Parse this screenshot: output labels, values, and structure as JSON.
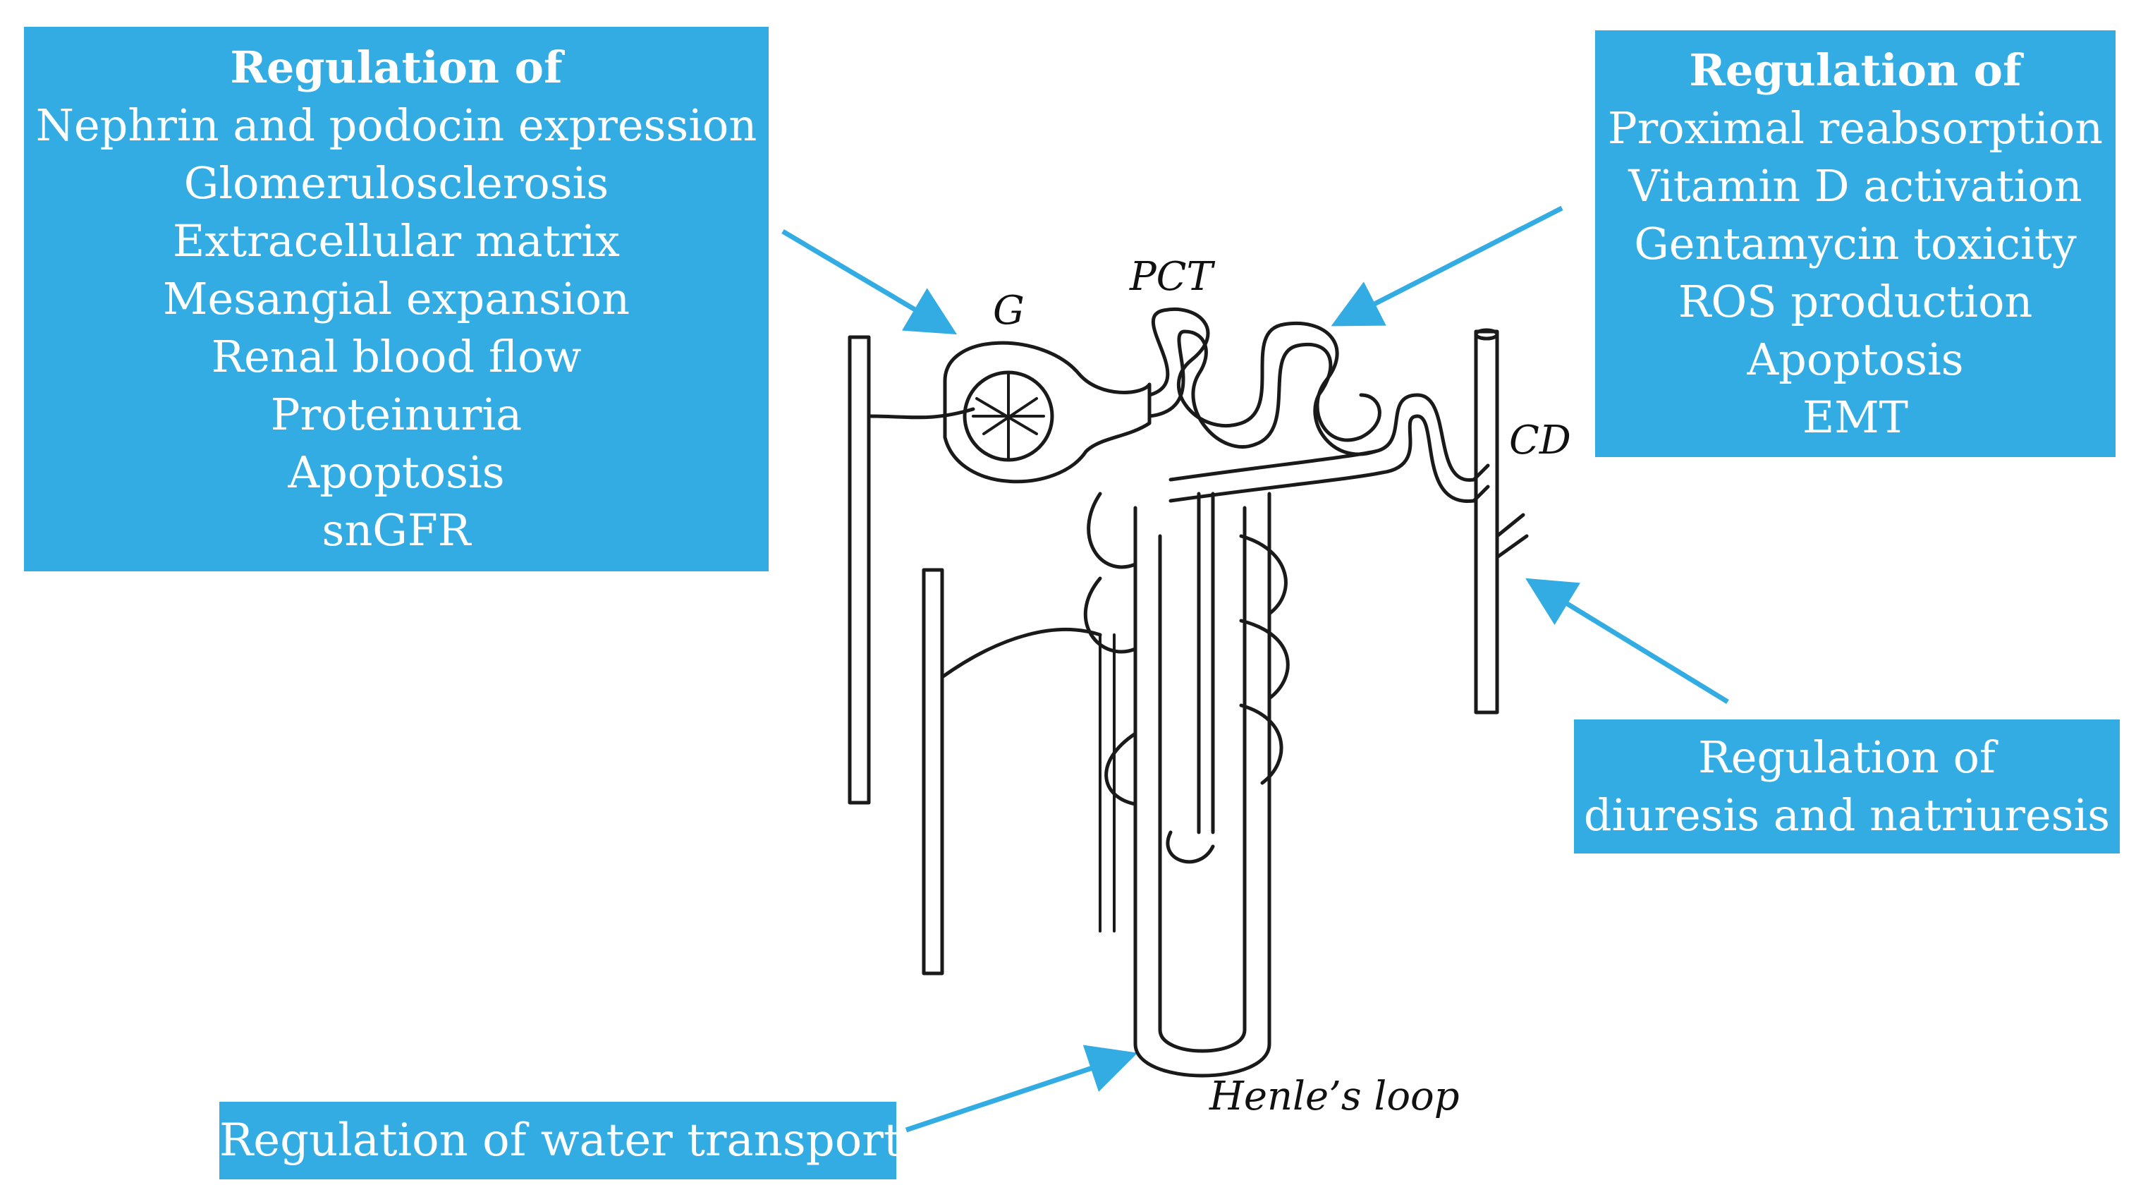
{
  "colors": {
    "box_fill": "#32ace2",
    "box_text": "#ffffff",
    "arrow": "#32ace2",
    "line_art": "#1a1a1a"
  },
  "boxes": {
    "glomerulus": {
      "heading": "Regulation of",
      "lines": [
        "Nephrin and podocin expression",
        "Glomerulosclerosis",
        "Extracellular matrix",
        "Mesangial expansion",
        "Renal blood flow",
        "Proteinuria",
        "Apoptosis",
        "snGFR"
      ]
    },
    "pct": {
      "heading": "Regulation of",
      "lines": [
        "Proximal reabsorption",
        "Vitamin D activation",
        "Gentamycin toxicity",
        "ROS production",
        "Apoptosis",
        "EMT"
      ]
    },
    "collecting_duct": {
      "lines": [
        "Regulation of",
        "diuresis and natriuresis"
      ]
    },
    "henle_loop": {
      "lines": [
        "Regulation of water transport"
      ]
    }
  },
  "labels": {
    "glomerulus": "G",
    "pct": "PCT",
    "collecting_duct": "CD",
    "henle_loop": "Henle’s loop"
  },
  "icons": {
    "nephron": "nephron-diagram-icon",
    "arrow": "arrow-icon"
  }
}
